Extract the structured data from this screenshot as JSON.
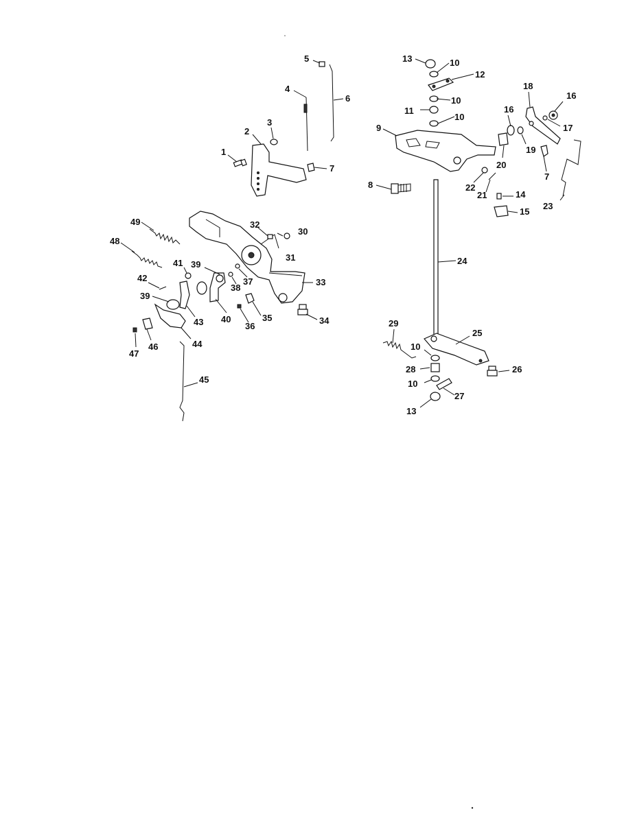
{
  "callouts": [
    "1",
    "2",
    "3",
    "4",
    "5",
    "6",
    "7",
    "8",
    "9",
    "10",
    "11",
    "12",
    "13",
    "14",
    "15",
    "16",
    "17",
    "18",
    "19",
    "20",
    "21",
    "22",
    "23",
    "24",
    "25",
    "26",
    "27",
    "28",
    "29",
    "30",
    "31",
    "32",
    "33",
    "34",
    "35",
    "36",
    "37",
    "38",
    "39",
    "40",
    "41",
    "42",
    "43",
    "44",
    "45",
    "46",
    "47",
    "48",
    "49"
  ],
  "colors": {
    "ink": "#111111",
    "paper": "#ffffff"
  }
}
